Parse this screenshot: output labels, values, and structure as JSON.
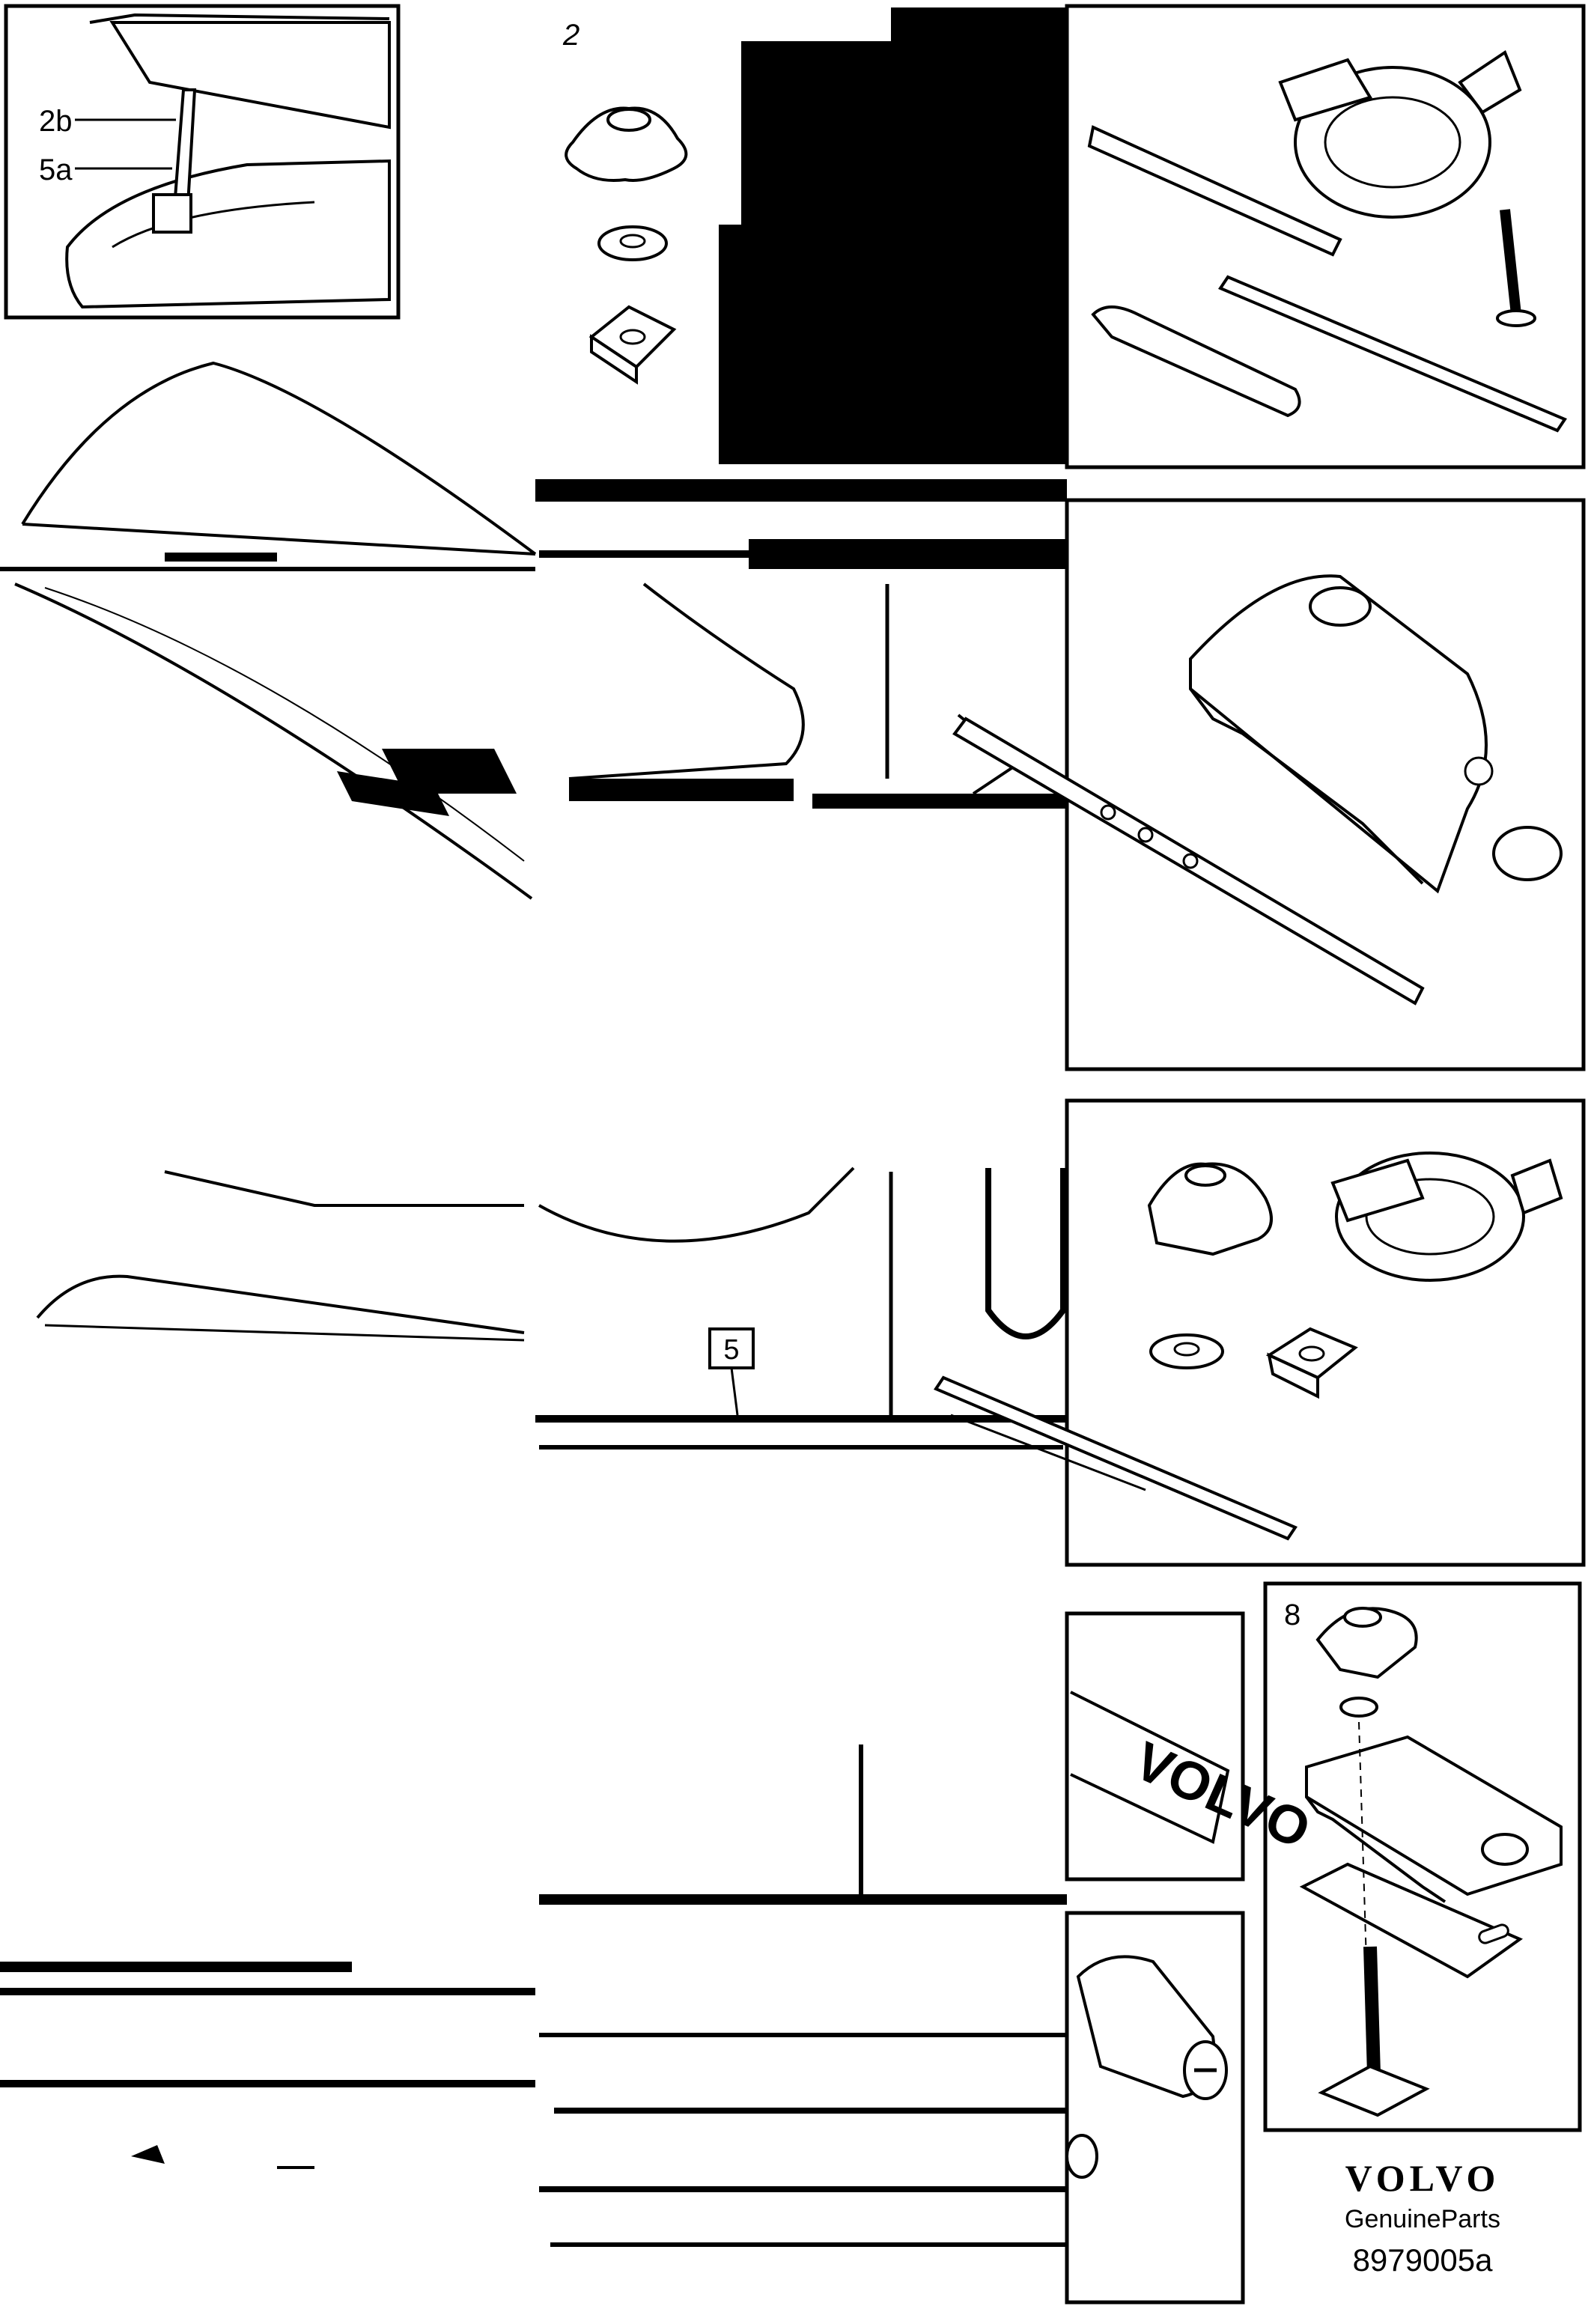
{
  "callouts": {
    "c_2b": "2b",
    "c_5a": "5a",
    "c_2": "2",
    "c_5": "5",
    "c_8": "8"
  },
  "logo_text": "VOLVO",
  "brand": {
    "wordmark": "VOLVO",
    "subtitle": "GenuineParts"
  },
  "part_number": "8979005a"
}
